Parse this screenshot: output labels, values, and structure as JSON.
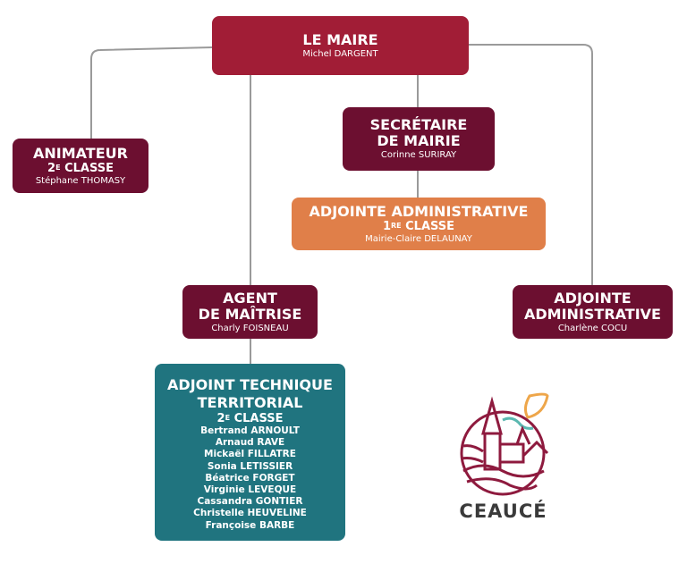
{
  "colors": {
    "mayor": "#a11d36",
    "maroon": "#6c0f30",
    "orange": "#e07f49",
    "teal": "#20747f",
    "line": "#9a9a9a"
  },
  "mayor": {
    "title": "LE MAIRE",
    "name": "Michel DARGENT"
  },
  "animateur": {
    "title": "ANIMATEUR",
    "class_num": "2",
    "class_sup": "E",
    "class_label": "CLASSE",
    "name": "Stéphane THOMASY"
  },
  "secretaire": {
    "title_line1": "SECRÉTAIRE",
    "title_line2": "DE MAIRIE",
    "name": "Corinne SURIRAY"
  },
  "adjointe_1": {
    "title": "ADJOINTE ADMINISTRATIVE",
    "class_num": "1",
    "class_sup": "RE",
    "class_label": "CLASSE",
    "name": "Mairie-Claire DELAUNAY"
  },
  "agent": {
    "title_line1": "AGENT",
    "title_line2": "DE MAÎTRISE",
    "name": "Charly FOISNEAU"
  },
  "adjointe_2": {
    "title_line1": "ADJOINTE",
    "title_line2": "ADMINISTRATIVE",
    "name": "Charlène COCU"
  },
  "technique": {
    "title_line1": "ADJOINT TECHNIQUE",
    "title_line2": "TERRITORIAL",
    "class_num": "2",
    "class_sup": "E",
    "class_label": "CLASSE",
    "names": [
      "Bertrand ARNOULT",
      "Arnaud RAVE",
      "Mickaël FILLATRE",
      "Sonia LETISSIER",
      "Béatrice FORGET",
      "Virginie LEVEQUE",
      "Cassandra GONTIER",
      "Christelle HEUVELINE",
      "Françoise BARBE"
    ]
  },
  "logo": {
    "text": "CEAUCÉ"
  }
}
